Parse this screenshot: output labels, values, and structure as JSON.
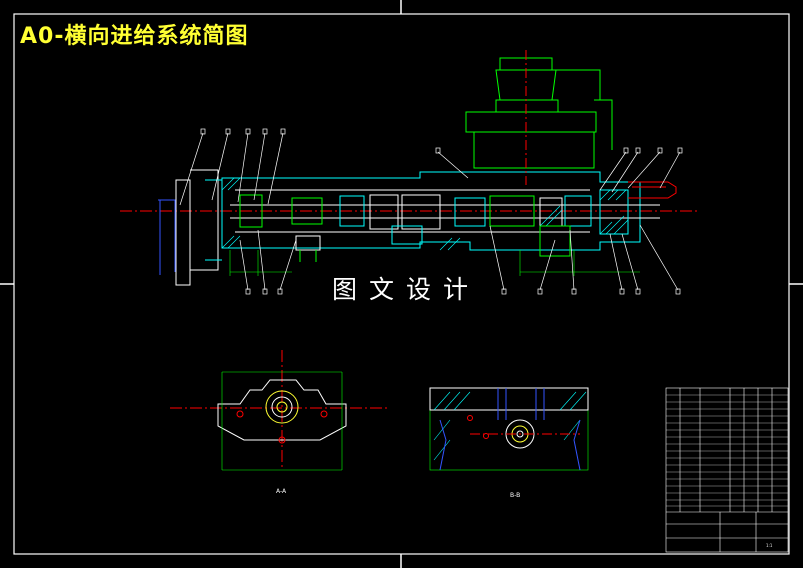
{
  "title": "A0-横向进给系统简图",
  "watermark": "图文设计",
  "title_block_scale": "1:1",
  "section_labels": [
    "A-A",
    "B-B"
  ],
  "colors": {
    "background": "#000000",
    "border": "#ffffff",
    "outline_white": "#ffffff",
    "contour_green": "#00ff00",
    "dimension_cyan": "#00ffff",
    "center_red": "#ff0000",
    "hidden_blue": "#3355ff",
    "title_yellow": "#ffff33",
    "hatch_magenta": "#ff00ff"
  }
}
